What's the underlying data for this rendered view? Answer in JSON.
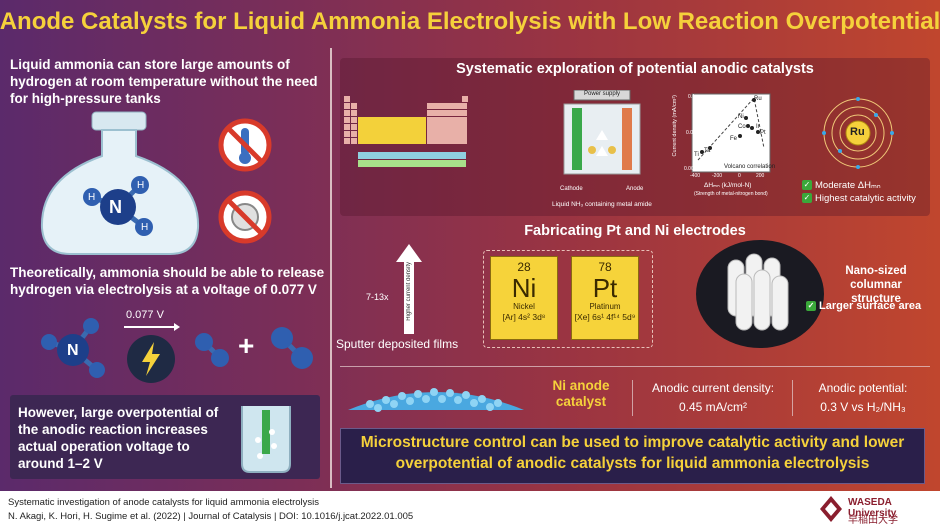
{
  "title": "Anode Catalysts for Liquid Ammonia Electrolysis with Low Reaction Overpotential",
  "left": {
    "intro": "Liquid ammonia can store large amounts of hydrogen at room temperature without the need for high-pressure tanks",
    "theory": "Theoretically, ammonia should be able to release hydrogen via electrolysis at a voltage of 0.077 V",
    "voltage_label": "0.077 V",
    "overpotential": "However, large overpotential of the anodic reaction increases actual operation voltage to around 1–2 V",
    "atom_N": "N",
    "atom_H": "H"
  },
  "top_panel": {
    "title": "Systematic exploration of potential anodic catalysts",
    "power_supply": "Power supply",
    "cathode": "Cathode",
    "anode": "Anode",
    "liquid_label": "Liquid NH₃ containing metal amide",
    "axis_y": "Current density (mA/cm²)",
    "axis_x": "ΔHₘₙ (kJ/mol-N)",
    "axis_x_note": "(Strength of metal-nitrogen bond)",
    "volcano": "Volcano correlation",
    "tick_x": [
      "-400",
      "-200",
      "0",
      "200"
    ],
    "tick_y": [
      "0.1",
      "0.01",
      "0.001"
    ],
    "metals": [
      "Ru",
      "Ni",
      "Co",
      "Ir",
      "Pt",
      "Fe",
      "Ti",
      "Ta"
    ],
    "ru_symbol": "Ru",
    "check1": "Moderate ΔHₘₙ",
    "check2": "Highest catalytic activity"
  },
  "fab": {
    "title": "Fabricating Pt and Ni electrodes",
    "arrow_label": "Higher current density",
    "factor": "7-13x",
    "films": "Sputter deposited films",
    "ni": {
      "num": "28",
      "sym": "Ni",
      "name": "Nickel",
      "cfg": "[Ar] 4s² 3d⁸"
    },
    "pt": {
      "num": "78",
      "sym": "Pt",
      "name": "Platinum",
      "cfg": "[Xe] 6s¹ 4f¹⁴ 5d⁹"
    },
    "nano": "Nano-sized columnar structure",
    "surface": "Larger surface area"
  },
  "results": {
    "catalyst": "Ni anode catalyst",
    "density_label": "Anodic current density:",
    "density_value": "0.45 mA/cm²",
    "potential_label": "Anodic potential:",
    "potential_value": "0.3 V vs H₂/NH₃"
  },
  "banner": "Microstructure control can be used to improve catalytic activity and lower overpotential of anodic catalysts for liquid ammonia electrolysis",
  "footer": {
    "line1": "Systematic investigation of anode catalysts for liquid ammonia electrolysis",
    "line2": "N. Akagi, K. Hori, H. Sugime et al. (2022) | Journal of Catalysis | DOI: 10.1016/j.jcat.2022.01.005",
    "org": "WASEDA University",
    "org_jp": "早稲田大学"
  },
  "colors": {
    "accent": "#f5d13b",
    "banner_bg": "#2a1f4a",
    "tile": "#f6d33a"
  }
}
